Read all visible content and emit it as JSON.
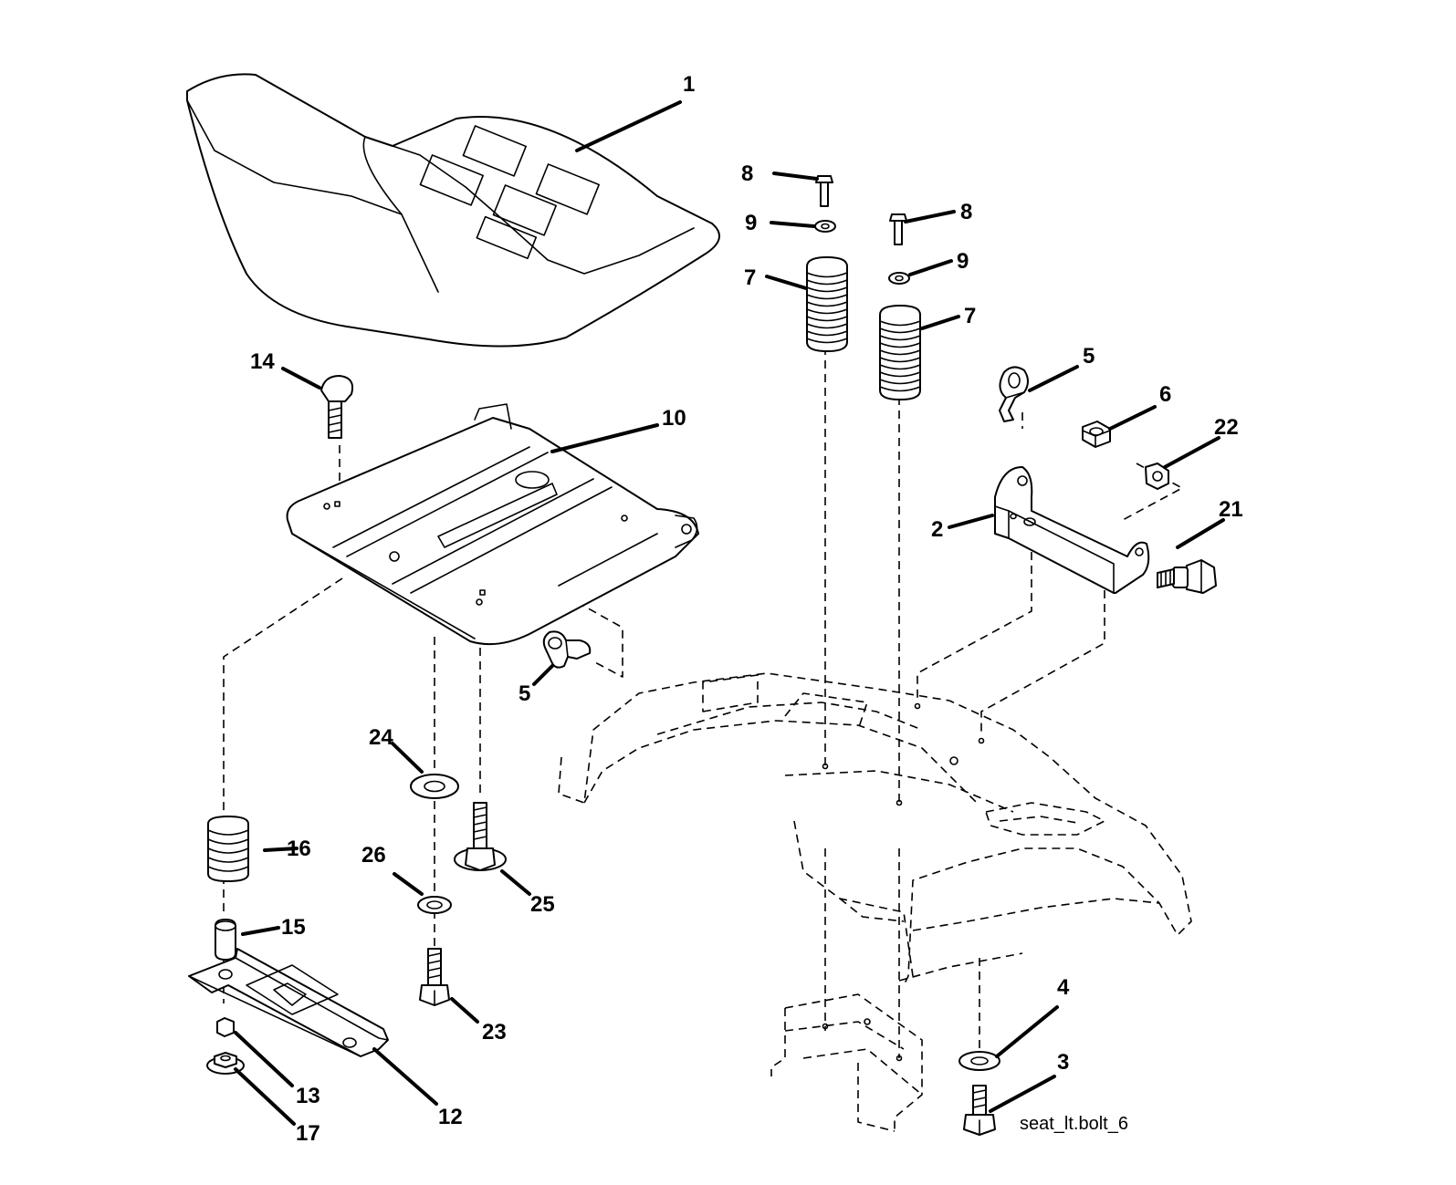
{
  "diagram": {
    "file_label": "seat_lt.bolt_6",
    "callouts": {
      "c1": "1",
      "c2": "2",
      "c3": "3",
      "c4": "4",
      "c5a": "5",
      "c5b": "5",
      "c6": "6",
      "c7a": "7",
      "c7b": "7",
      "c8a": "8",
      "c8b": "8",
      "c9a": "9",
      "c9b": "9",
      "c10": "10",
      "c12": "12",
      "c13": "13",
      "c14": "14",
      "c15": "15",
      "c16": "16",
      "c17": "17",
      "c21": "21",
      "c22": "22",
      "c23": "23",
      "c24": "24",
      "c25": "25",
      "c26": "26"
    }
  }
}
